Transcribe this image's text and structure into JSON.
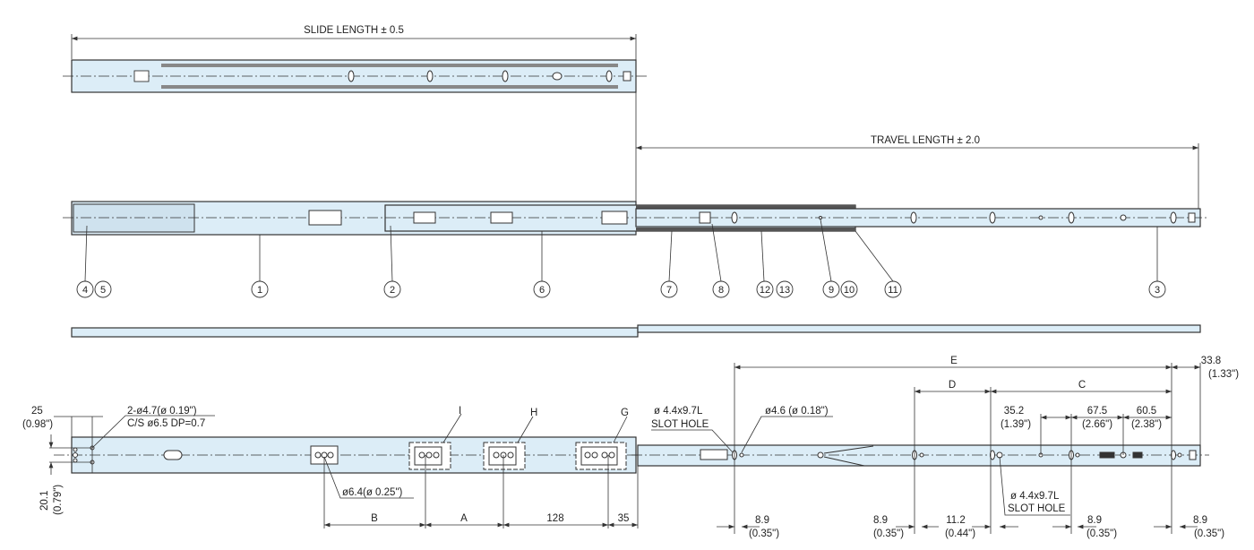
{
  "top_view": {
    "slide_length_label": "SLIDE LENGTH ± 0.5",
    "travel_length_label": "TRAVEL LENGTH ± 2.0"
  },
  "callouts": [
    "4",
    "5",
    "1",
    "2",
    "6",
    "7",
    "8",
    "12",
    "13",
    "9",
    "10",
    "11",
    "3"
  ],
  "left_member": {
    "dim_25": "25",
    "dim_25_in": "(0.98\")",
    "dim_20_1": "20.1",
    "dim_20_1_in": "(0.79\")",
    "hole_note_1": "2-ø4.7(ø 0.19\")",
    "hole_note_2": "C/S   ø6.5 DP=0.7",
    "hole_64": "ø6.4(ø 0.25\")",
    "labels": {
      "I": "I",
      "H": "H",
      "G": "G"
    },
    "spans": {
      "B": "B",
      "A": "A",
      "d128": "128",
      "d35": "35"
    }
  },
  "right_member": {
    "E": "E",
    "D": "D",
    "C": "C",
    "d33_8": "33.8",
    "d33_8_in": "(1.33\")",
    "d35_2": "35.2",
    "d35_2_in": "(1.39\")",
    "d67_5": "67.5",
    "d67_5_in": "(2.66\")",
    "d60_5": "60.5",
    "d60_5_in": "(2.38\")",
    "slot_1": "ø 4.4x9.7L",
    "slot_1b": "SLOT HOLE",
    "hole_46": "ø4.6 (ø 0.18\")",
    "slot_2": "ø 4.4x9.7L",
    "slot_2b": "SLOT HOLE",
    "d8_9_a": "8.9",
    "d8_9_a_in": "(0.35\")",
    "d8_9_b": "8.9",
    "d8_9_b_in": "(0.35\")",
    "d11_2": "11.2",
    "d11_2_in": "(0.44\")",
    "d8_9_c": "8.9",
    "d8_9_c_in": "(0.35\")",
    "d8_9_d": "8.9",
    "d8_9_d_in": "(0.35\")"
  }
}
